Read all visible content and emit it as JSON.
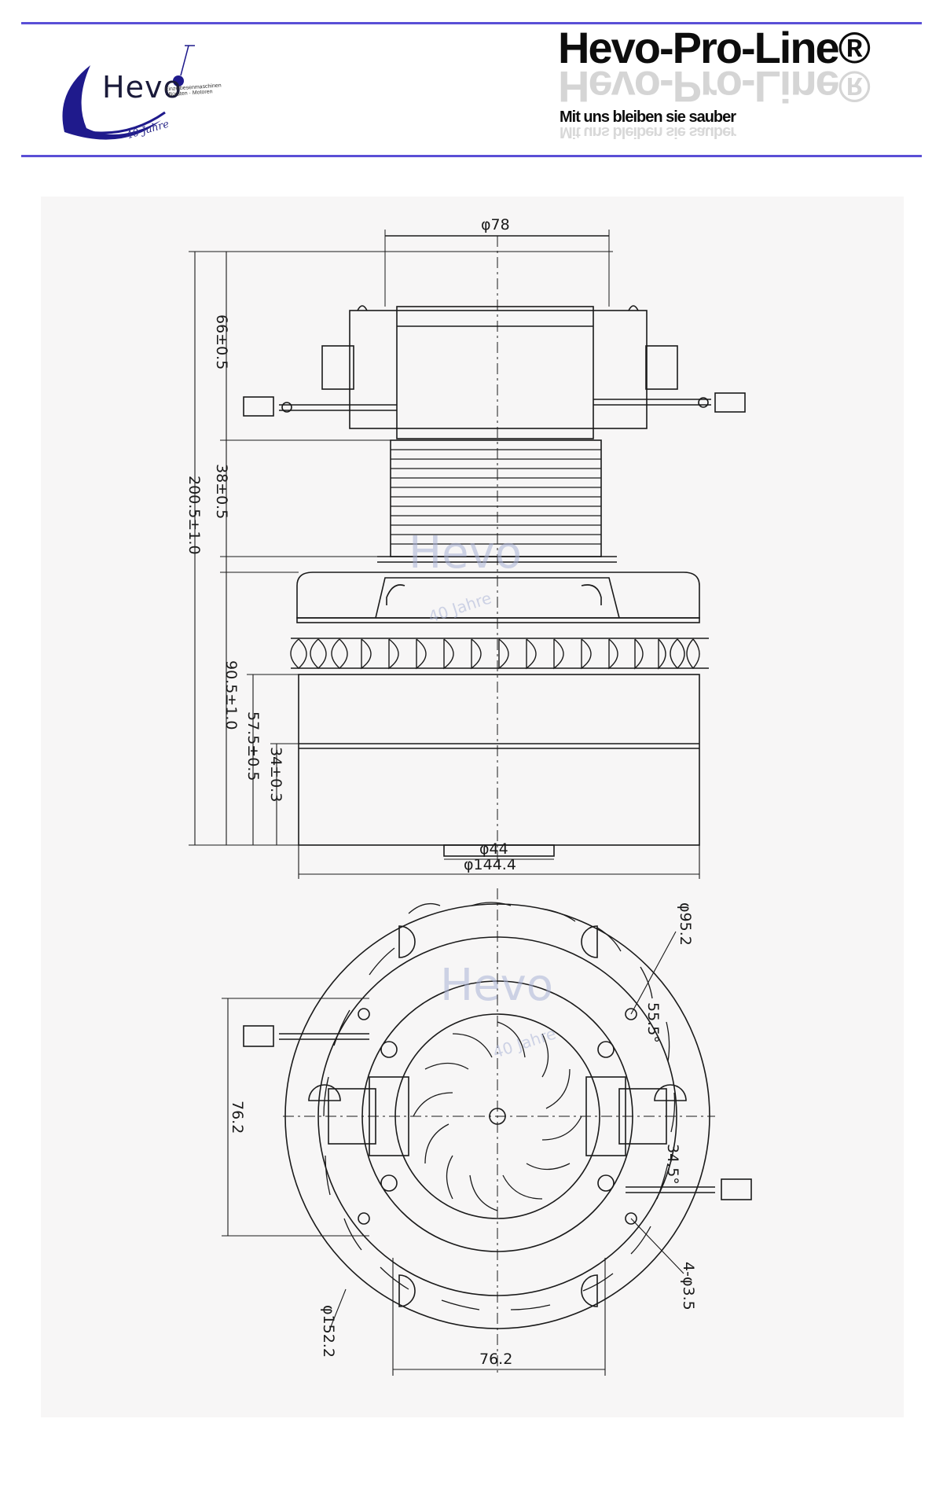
{
  "header": {
    "logo": {
      "brand": "Hevo",
      "tagline": "Einzelbesenmaschinen · Bürsten · Motoren",
      "years": "40 Jahre"
    },
    "title": "Hevo-Pro-Line®",
    "slogan": "Mit uns bleiben sie sauber"
  },
  "drawing": {
    "side_view": {
      "dimensions": {
        "top_diameter": "φ78",
        "upper_section_height": "66±0.5",
        "coil_height": "38±0.5",
        "total_height": "200.5±1.0",
        "fan_housing_height": "90.5±1.0",
        "lower_height": "57.5±0.5",
        "bottom_height": "34±0.3",
        "outlet_diameter": "φ44",
        "housing_diameter": "φ144.4"
      }
    },
    "bottom_view": {
      "dimensions": {
        "bolt_circle_diameter": "φ95.2",
        "angle_upper": "55.5°",
        "angle_lower": "34.5°",
        "vertical_spacing": "76.2",
        "horizontal_spacing": "76.2",
        "holes": "4-φ3.5",
        "outer_diameter": "φ152.2"
      }
    },
    "watermark": {
      "brand": "Hevo",
      "years": "40 Jahre"
    }
  },
  "colors": {
    "rule": "#5a4fd6",
    "logo_swoosh": "#1f1a8c",
    "line": "#1a1a1a",
    "panel": "#f7f6f6"
  }
}
